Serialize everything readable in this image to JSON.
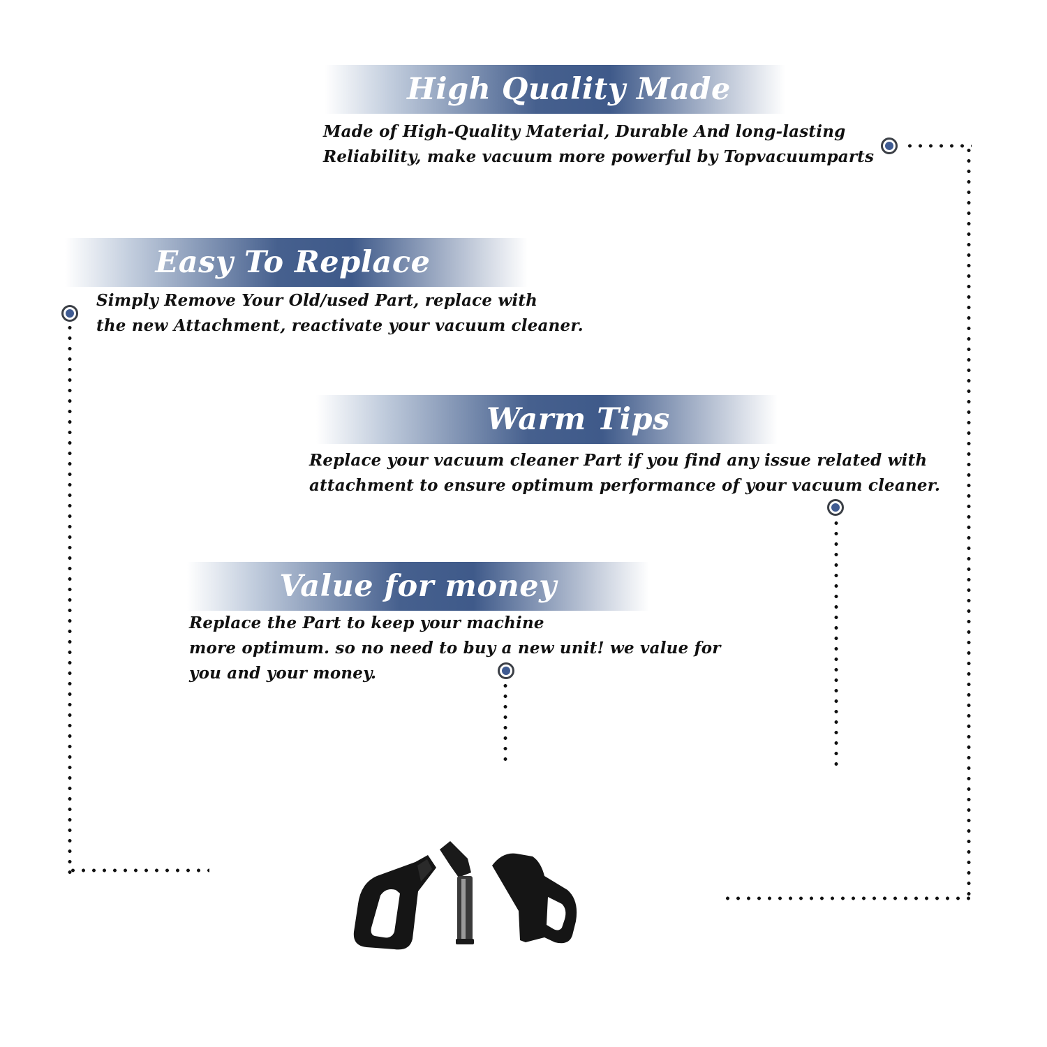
{
  "sections": [
    {
      "title": "High Quality Made",
      "lines": [
        "Made of  High-Quality Material, Durable And long-lasting",
        "Reliability, make vacuum more powerful by Topvacuumparts"
      ]
    },
    {
      "title": "Easy To Replace",
      "lines": [
        "Simply Remove Your Old/used Part, replace with",
        "the new Attachment, reactivate your vacuum cleaner."
      ]
    },
    {
      "title": "Warm Tips",
      "lines": [
        "Replace your vacuum cleaner Part if you find any issue related with",
        " attachment to ensure optimum performance of your vacuum cleaner."
      ]
    },
    {
      "title": "Value for money",
      "lines": [
        "Replace the Part to keep your machine",
        "more optimum. so no need to buy a new unit! we value for",
        "you and your money."
      ]
    }
  ],
  "colors": {
    "banner_blue": "#46608e",
    "bullet_fill": "#3f5b92",
    "dots": "#111111"
  },
  "product_image": {
    "description_icon": "vacuum-handle-parts-icon"
  }
}
